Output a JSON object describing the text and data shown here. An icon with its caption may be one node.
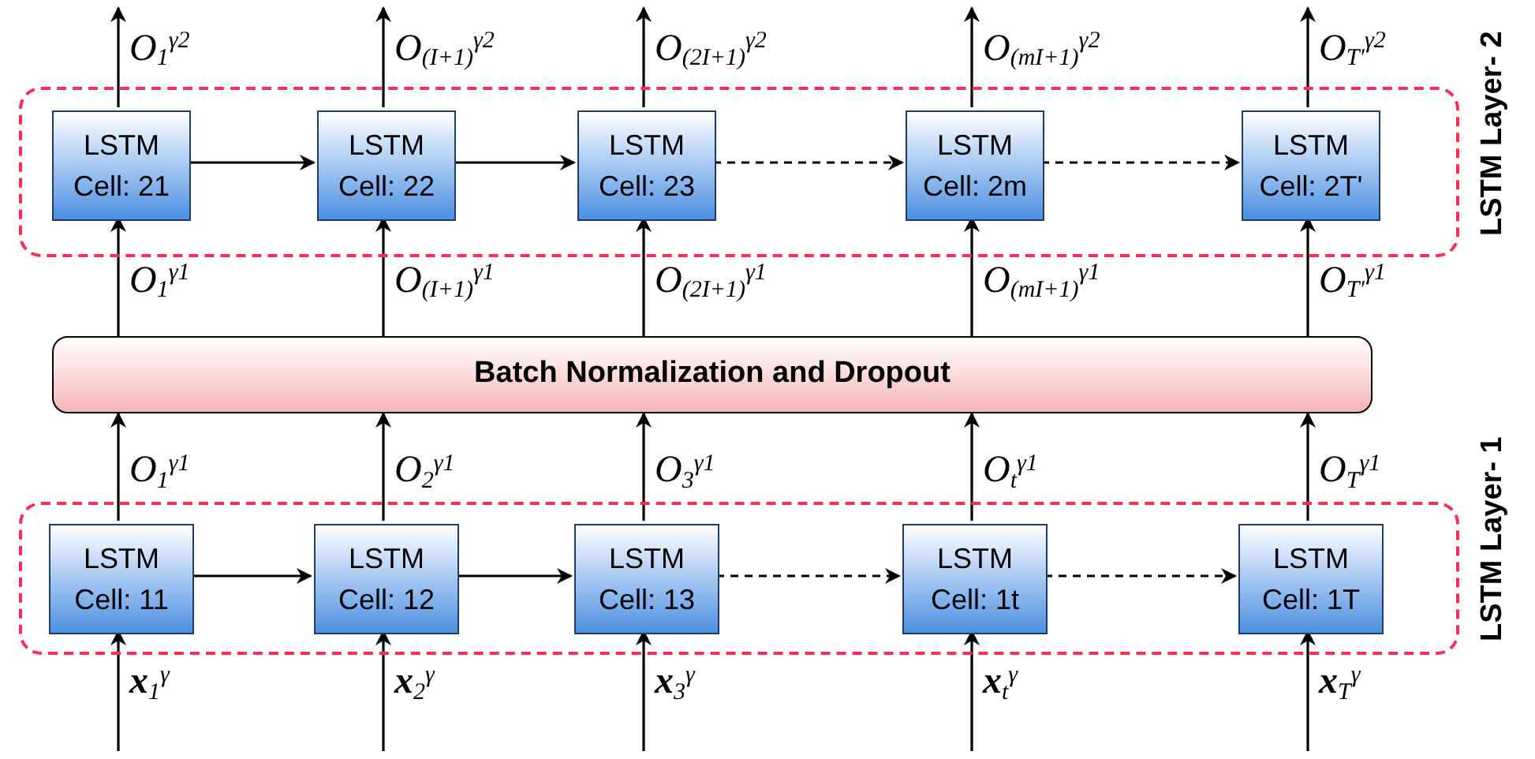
{
  "diagram": {
    "nodes": [
      {
        "text": [
          "LSTM Layer- 2"
        ]
      },
      {
        "text": [
          "LSTM",
          "Cell: 21"
        ],
        "in": 0
      },
      {
        "text": [
          "LSTM",
          "Cell: 22"
        ],
        "in": 0
      },
      {
        "text": [
          "LSTM",
          "Cell: 23"
        ],
        "in": 0
      },
      {
        "text": [
          "LSTM",
          "Cell: 2m"
        ],
        "in": 0
      },
      {
        "text": [
          "LSTM",
          "Cell: 2T'"
        ],
        "in": 0
      },
      {
        "text": [
          "Batch Normalization and Dropout"
        ]
      },
      {
        "text": [
          "LSTM Layer- 1"
        ]
      },
      {
        "text": [
          "LSTM",
          "Cell: 11"
        ],
        "in": 7
      },
      {
        "text": [
          "LSTM",
          "Cell: 12"
        ],
        "in": 7
      },
      {
        "text": [
          "LSTM",
          "Cell: 13"
        ],
        "in": 7
      },
      {
        "text": [
          "LSTM",
          "Cell: 1t"
        ],
        "in": 7
      },
      {
        "text": [
          "LSTM",
          "Cell: 1T"
        ],
        "in": 7
      }
    ],
    "edges": [
      {
        "from": 1,
        "to": null,
        "arrow": "to",
        "label": "O$_{1}$$^{γ2}$"
      },
      {
        "from": 2,
        "to": null,
        "arrow": "to",
        "label": "O$_{(I+1)}$$^{γ2}$"
      },
      {
        "from": 3,
        "to": null,
        "arrow": "to",
        "label": "O$_{(2I+1)}$$^{γ2}$"
      },
      {
        "from": 4,
        "to": null,
        "arrow": "to",
        "label": "O$_{(mI+1)}$$^{γ2}$"
      },
      {
        "from": 5,
        "to": null,
        "arrow": "to",
        "label": "O$_{T′}$$^{γ2}$"
      },
      {
        "from": 6,
        "to": 1,
        "arrow": "to",
        "label": "O$_{1}$$^{γ1}$"
      },
      {
        "from": 6,
        "to": 2,
        "arrow": "to",
        "label": "O$_{(I+1)}$$^{γ1}$"
      },
      {
        "from": 6,
        "to": 3,
        "arrow": "to",
        "label": "O$_{(2I+1)}$$^{γ1}$"
      },
      {
        "from": 6,
        "to": 4,
        "arrow": "to",
        "label": "O$_{(mI+1)}$$^{γ1}$"
      },
      {
        "from": 6,
        "to": 5,
        "arrow": "to",
        "label": "O$_{T′}$$^{γ1}$"
      },
      {
        "from": 1,
        "to": 2,
        "arrow": "to"
      },
      {
        "from": 2,
        "to": 3,
        "arrow": "to"
      },
      {
        "from": 3,
        "to": 4,
        "arrow": "to",
        "style": "dashed"
      },
      {
        "from": 4,
        "to": 5,
        "arrow": "to",
        "style": "dashed"
      },
      {
        "from": 8,
        "to": 6,
        "arrow": "to",
        "label": "O$_{1}$$^{γ1}$"
      },
      {
        "from": 9,
        "to": 6,
        "arrow": "to",
        "label": "O$_{2}$$^{γ1}$"
      },
      {
        "from": 10,
        "to": 6,
        "arrow": "to",
        "label": "O$_{3}$$^{γ1}$"
      },
      {
        "from": 11,
        "to": 6,
        "arrow": "to",
        "label": "O$_{t}$$^{γ1}$"
      },
      {
        "from": 12,
        "to": 6,
        "arrow": "to",
        "label": "O$_{T}$$^{γ1}$"
      },
      {
        "from": 8,
        "to": 9,
        "arrow": "to"
      },
      {
        "from": 9,
        "to": 10,
        "arrow": "to"
      },
      {
        "from": 10,
        "to": 11,
        "arrow": "to",
        "style": "dashed"
      },
      {
        "from": 11,
        "to": 12,
        "arrow": "to",
        "style": "dashed"
      },
      {
        "from": null,
        "to": 8,
        "arrow": "to",
        "label": "**x**$_{1}$$^{γ}$"
      },
      {
        "from": null,
        "to": 9,
        "arrow": "to",
        "label": "**x**$_{2}$$^{γ}$"
      },
      {
        "from": null,
        "to": 10,
        "arrow": "to",
        "label": "**x**$_{3}$$^{γ}$"
      },
      {
        "from": null,
        "to": 11,
        "arrow": "to",
        "label": "**x**$_{t}$$^{γ}$"
      },
      {
        "from": null,
        "to": 12,
        "arrow": "to",
        "label": "**x**$_{T}$$^{γ}$"
      }
    ]
  }
}
